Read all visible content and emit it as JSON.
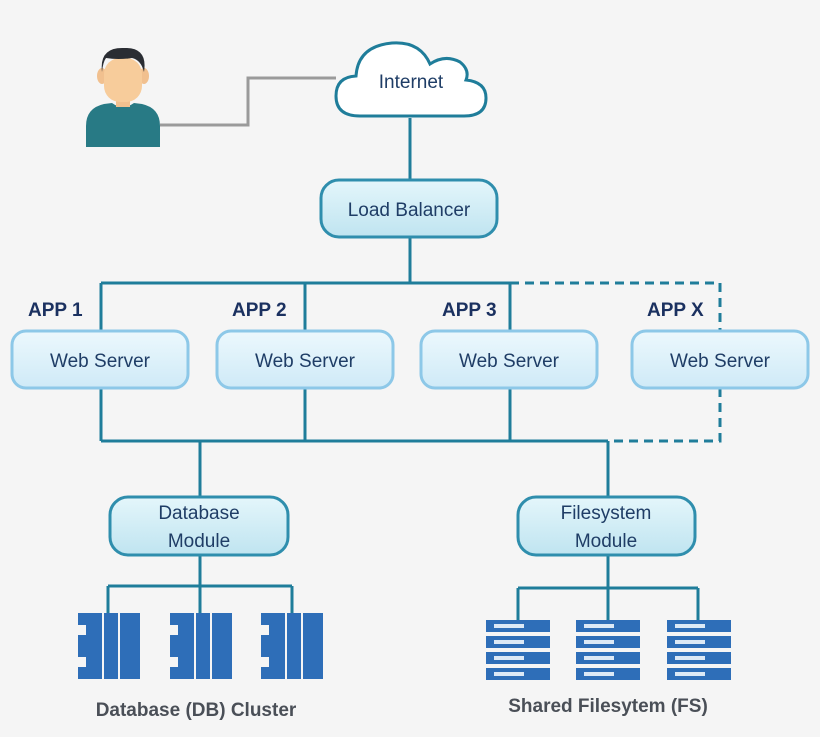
{
  "colors": {
    "background": "#f5f5f5",
    "line": "#1f7d9a",
    "box_fill": "#ccecf4",
    "box_stroke": "#2f8ead",
    "text": "#1f3d66",
    "icon_blue": "#2e6eb8",
    "user_line": "#9a9a9a"
  },
  "nodes": {
    "internet": "Internet",
    "load_balancer": "Load Balancer",
    "apps": [
      {
        "label": "APP 1",
        "server": "Web Server",
        "optional": false
      },
      {
        "label": "APP 2",
        "server": "Web Server",
        "optional": false
      },
      {
        "label": "APP 3",
        "server": "Web Server",
        "optional": false
      },
      {
        "label": "APP X",
        "server": "Web Server",
        "optional": true
      }
    ],
    "database_module": {
      "line1": "Database",
      "line2": "Module"
    },
    "filesystem_module": {
      "line1": "Filesystem",
      "line2": "Module"
    }
  },
  "captions": {
    "db_cluster": "Database (DB) Cluster",
    "shared_fs": "Shared Filesytem (FS)"
  },
  "icons": {
    "user": "user-icon",
    "cloud": "cloud-icon",
    "database": "database-server-icon",
    "filesystem": "file-server-icon"
  }
}
